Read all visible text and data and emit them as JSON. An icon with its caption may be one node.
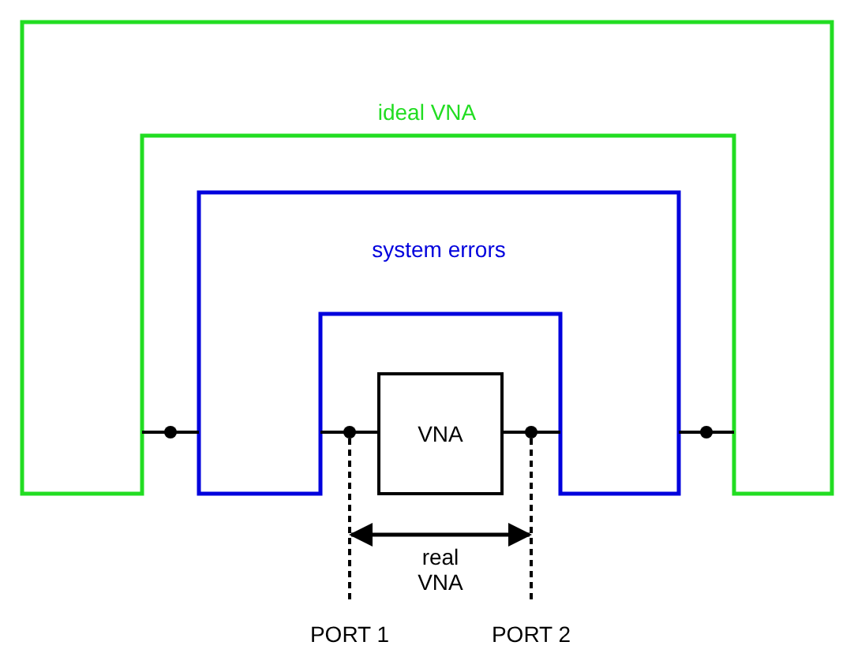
{
  "diagram": {
    "nodes": [
      {
        "text": [
          "ideal VNA"
        ]
      },
      {
        "text": [
          "system errors"
        ],
        "in": 0
      },
      {
        "text": [
          "VNA"
        ],
        "in": 1
      }
    ],
    "edges": [
      {
        "from": 0,
        "to": 1,
        "arrow": "none"
      },
      {
        "from": 1,
        "to": 2,
        "arrow": "none"
      },
      {
        "from": 2,
        "to": 1,
        "arrow": "none"
      },
      {
        "from": 1,
        "to": 0,
        "arrow": "none"
      }
    ],
    "labels": [
      "real VNA",
      "PORT 1",
      "PORT 2"
    ]
  }
}
